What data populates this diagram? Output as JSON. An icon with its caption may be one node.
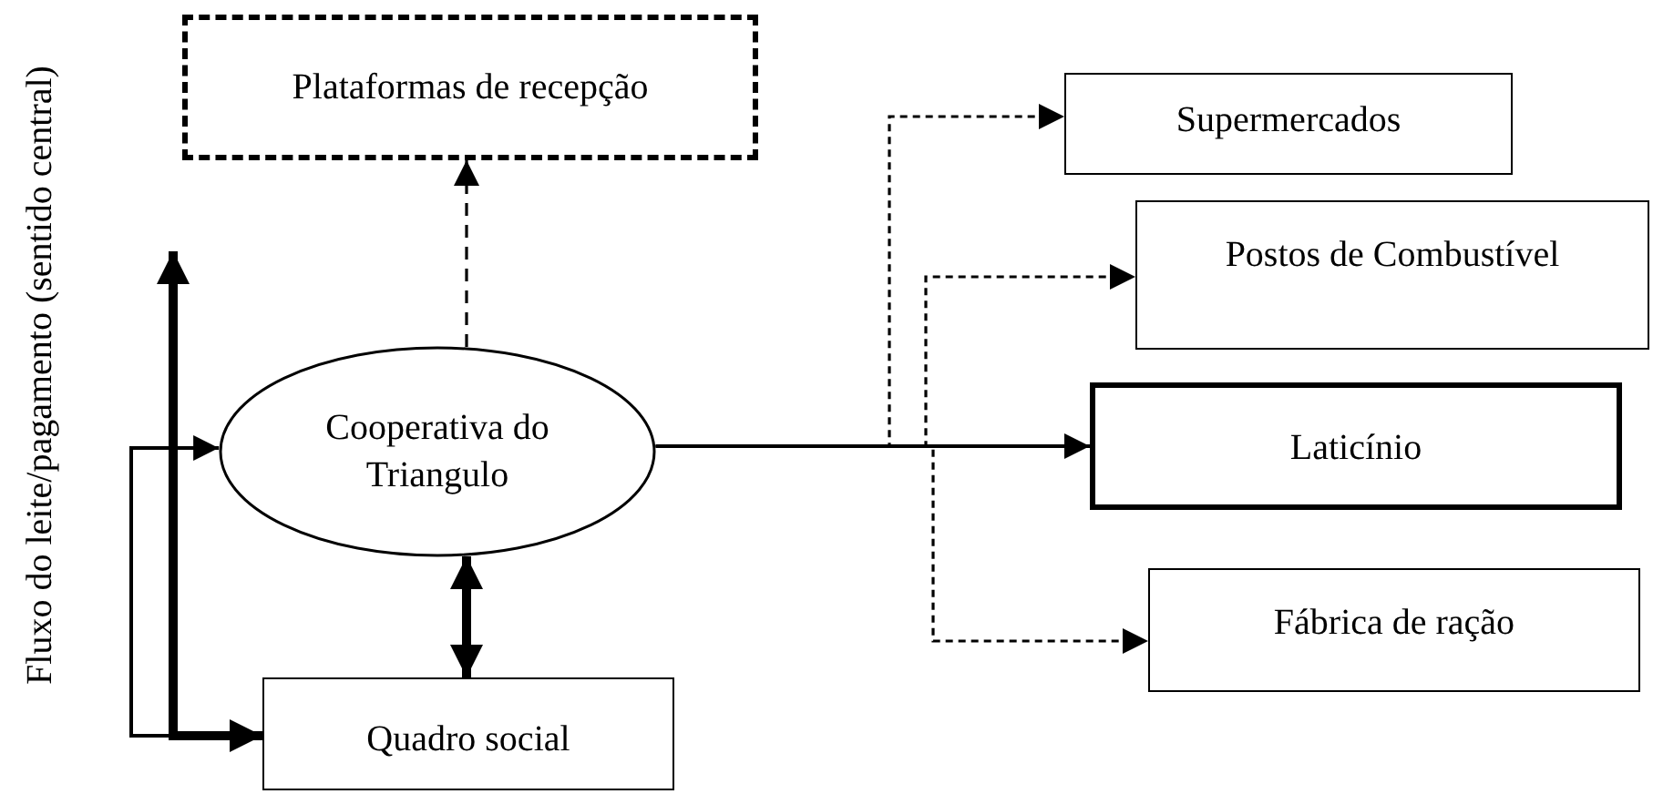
{
  "diagram": {
    "nodes": [
      {
        "text": [
          "Plataformas de recepção"
        ]
      },
      {
        "text": [
          "Cooperativa do Triangulo"
        ]
      },
      {
        "text": [
          "Supermercados"
        ]
      },
      {
        "text": [
          "Postos de Combustível"
        ]
      },
      {
        "text": [
          "Laticínio"
        ]
      },
      {
        "text": [
          "Fábrica de ração"
        ]
      },
      {
        "text": [
          "Quadro social"
        ]
      }
    ],
    "edges": [
      {
        "from": 1,
        "to": 0,
        "arrow": "to",
        "style": "dashed"
      },
      {
        "from": 1,
        "to": 4,
        "arrow": "to"
      },
      {
        "from": 1,
        "to": 2,
        "arrow": "to",
        "style": "dashed"
      },
      {
        "from": 1,
        "to": 3,
        "arrow": "to",
        "style": "dashed"
      },
      {
        "from": 1,
        "to": 5,
        "arrow": "to",
        "style": "dashed"
      },
      {
        "from": 1,
        "to": 6,
        "arrow": "both",
        "style": "thick"
      },
      {
        "from": 6,
        "to": 1,
        "arrow": "to"
      },
      {
        "from": null,
        "to": 6,
        "arrow": "both",
        "style": "thick"
      }
    ],
    "labels": [
      "Fluxo do leite/pagamento (sentido central)"
    ]
  }
}
